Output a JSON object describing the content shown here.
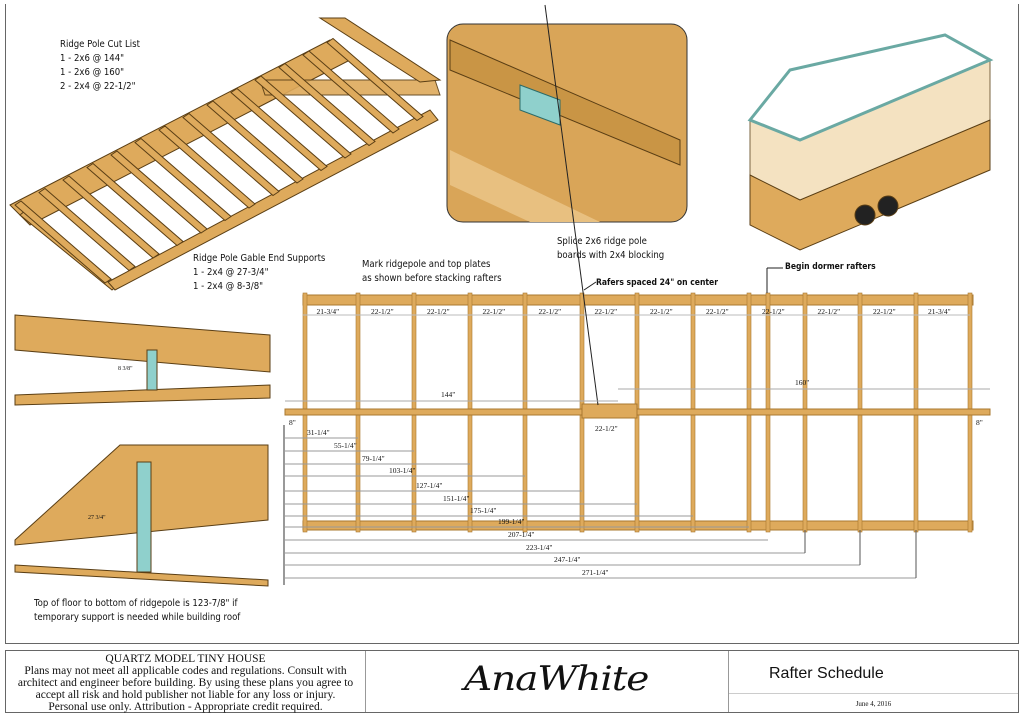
{
  "notes": {
    "cut_list": [
      "Ridge Pole Cut List",
      "1 - 2x6 @ 144\"",
      "1 - 2x6 @ 160\"",
      "2 - 2x4 @ 22-1/2\""
    ],
    "gable_supports": [
      "Ridge Pole Gable End Supports",
      "1 - 2x4 @ 27-3/4\"",
      "1 - 2x4 @ 8-3/8\""
    ],
    "mark": [
      "Mark ridgepole and top plates",
      "as shown before stacking rafters"
    ],
    "splice": [
      "Splice 2x6 ridge pole",
      "boards with 2x4 blocking"
    ],
    "spacing": "Rafers spaced 24\" on center",
    "dormer": "Begin dormer rafters",
    "floor": [
      "Top of floor to bottom of ridgepole is 123-7/8\" if",
      "temporary support is needed while building roof"
    ],
    "detail1": "8 3/8\"",
    "detail2": "27 3/4\""
  },
  "plan": {
    "bay_labels": [
      "21-3/4\"",
      "22-1/2\"",
      "22-1/2\"",
      "22-1/2\"",
      "22-1/2\"",
      "22-1/2\"",
      "22-1/2\"",
      "22-1/2\"",
      "22-1/2\"",
      "22-1/2\"",
      "22-1/2\"",
      "21-3/4\""
    ],
    "ridge_left": "144\"",
    "ridge_right": "160\"",
    "block": "22-1/2\"",
    "overhang_left": "8\"",
    "overhang_right": "8\"",
    "offsets": [
      "31-1/4\"",
      "55-1/4\"",
      "79-1/4\"",
      "103-1/4\"",
      "127-1/4\"",
      "151-1/4\"",
      "175-1/4\"",
      "199-1/4\"",
      "207-1/4\"",
      "223-1/4\"",
      "247-1/4\"",
      "271-1/4\""
    ]
  },
  "footer": {
    "disclaimer": [
      "QUARTZ MODEL TINY HOUSE",
      "Plans may not meet all applicable codes and regulations.  Consult with",
      "architect and engineer before building.  By using these plans you agree to",
      "accept all risk and hold publisher not liable for any loss or injury.",
      "Personal use only. Attribution - Appropriate credit required."
    ],
    "logo": "AnaWhite",
    "title": "Rafter Schedule",
    "date": "June 4, 2016"
  },
  "colors": {
    "wood": "#deaa5c",
    "wood_dark": "#a9782f",
    "blue": "#8fd0cc"
  }
}
